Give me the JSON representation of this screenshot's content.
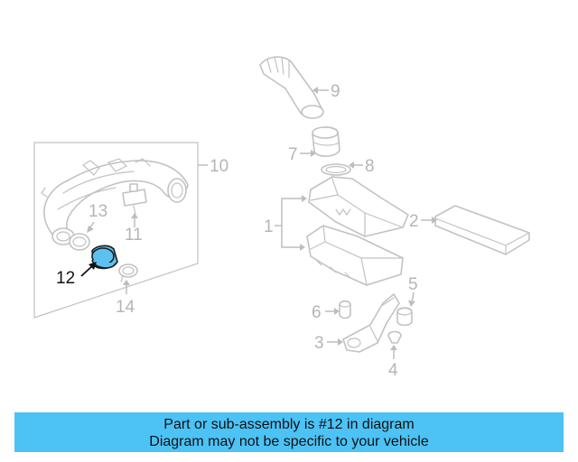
{
  "callouts": {
    "c1": "1",
    "c2": "2",
    "c3": "3",
    "c4": "4",
    "c5": "5",
    "c6": "6",
    "c7": "7",
    "c8": "8",
    "c9": "9",
    "c10": "10",
    "c11": "11",
    "c12": "12",
    "c13": "13",
    "c14": "14"
  },
  "highlighted_part": "12",
  "highlight_color": "#5cc1ef",
  "banner": {
    "line1": "Part or sub-assembly is #12 in diagram",
    "line2": "Diagram may not be specific to your vehicle",
    "background": "#4cc2f5"
  }
}
